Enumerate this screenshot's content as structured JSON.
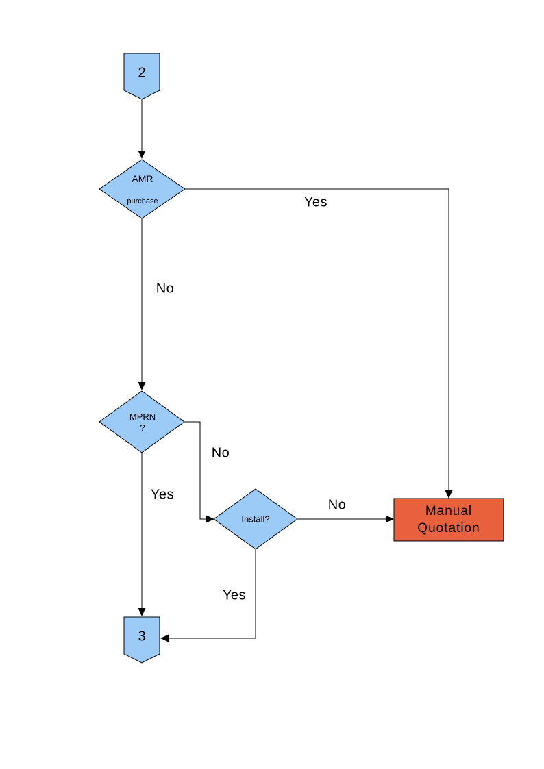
{
  "colors": {
    "node_fill": "#9DCBF7",
    "manual_fill": "#E8603C",
    "stroke": "#000000"
  },
  "nodes": {
    "connector_2": {
      "label": "2"
    },
    "amr": {
      "line1": "AMR",
      "line2": "purchase"
    },
    "mprn": {
      "label": "MPRN\n?"
    },
    "install": {
      "label": "Install?"
    },
    "manual_quotation": {
      "label": "Manual\nQuotation"
    },
    "connector_3": {
      "label": "3"
    }
  },
  "edges": {
    "amr_yes": "Yes",
    "amr_no": "No",
    "mprn_no": "No",
    "mprn_yes": "Yes",
    "install_no": "No",
    "install_yes": "Yes"
  }
}
